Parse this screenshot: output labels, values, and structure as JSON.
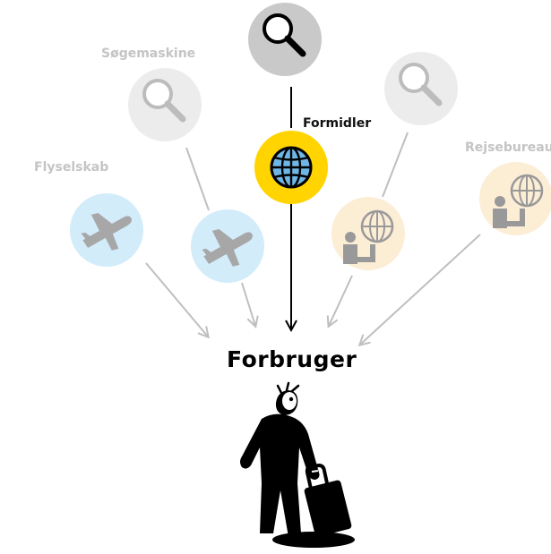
{
  "labels": {
    "search_engine": "Søgemaskine",
    "airline": "Flyselskab",
    "intermediary": "Formidler",
    "travel_agency": "Rejsebureau",
    "consumer": "Forbruger"
  },
  "colors": {
    "highlight_yellow": "#ffd400",
    "faded_gray_circle": "#ececec",
    "active_gray_circle": "#c9c9c9",
    "faded_blue_circle": "#d3ecfa",
    "faded_peach_circle": "#fcedd5",
    "faded_arrow": "#bfbfbf",
    "main_arrow": "#000000"
  },
  "icons": [
    "magnifier-icon",
    "globe-icon",
    "airplane-icon",
    "travel-agent-icon",
    "traveler-figure-icon"
  ]
}
